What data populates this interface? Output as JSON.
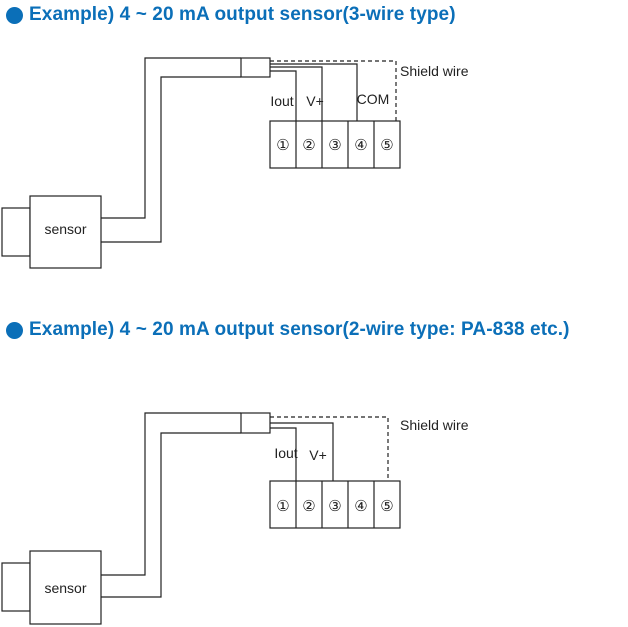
{
  "accent_color": "#0b6fb8",
  "examples": [
    {
      "title": "Example) 4 ~ 20 mA output sensor(3-wire type)",
      "sensor_label": "sensor",
      "shield_label": "Shield wire",
      "wire_labels": [
        "Iout",
        "V+",
        "COM"
      ],
      "terminals": [
        "①",
        "②",
        "③",
        "④",
        "⑤"
      ]
    },
    {
      "title": "Example) 4 ~ 20 mA output sensor(2-wire type: PA-838 etc.)",
      "sensor_label": "sensor",
      "shield_label": "Shield wire",
      "wire_labels": [
        "Iout",
        "V+"
      ],
      "terminals": [
        "①",
        "②",
        "③",
        "④",
        "⑤"
      ]
    }
  ]
}
